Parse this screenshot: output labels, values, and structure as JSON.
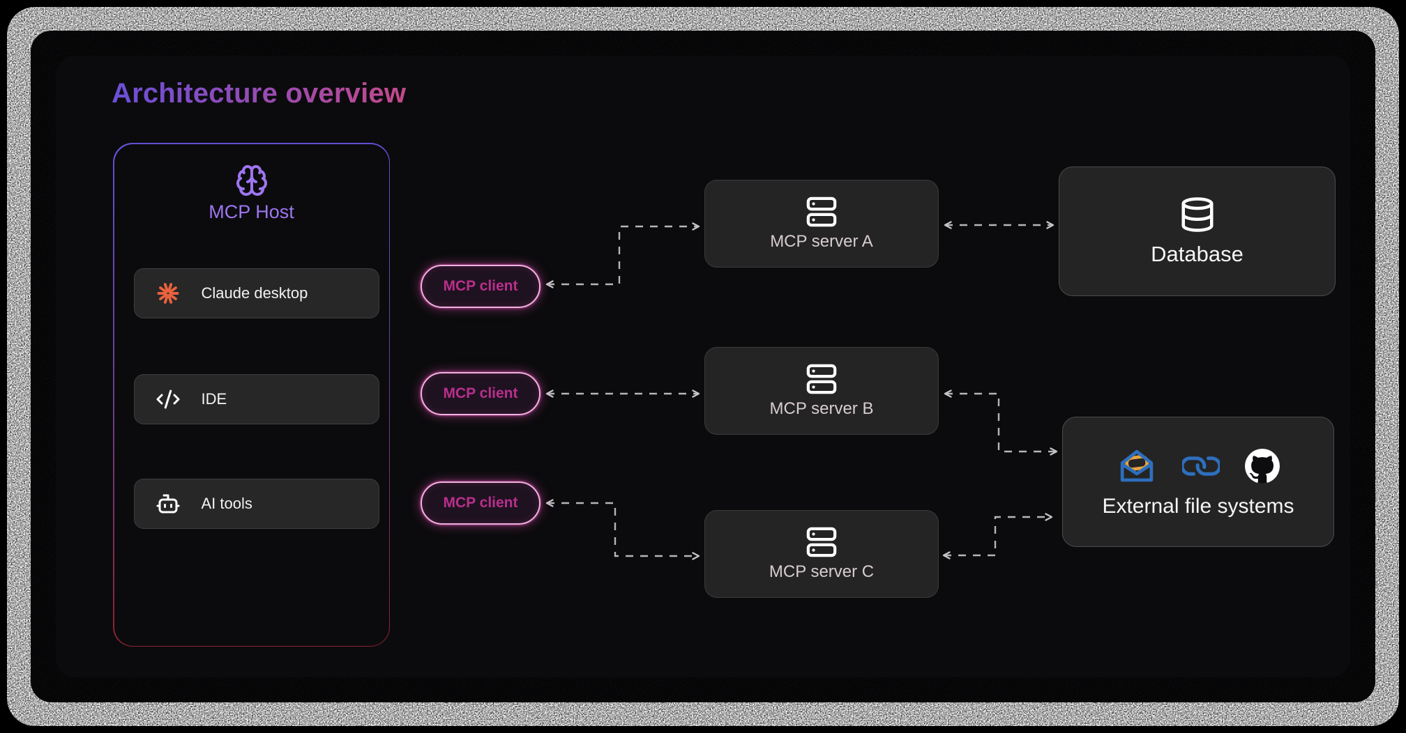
{
  "title": "Architecture overview",
  "host": {
    "label": "MCP Host",
    "icon": "brain-icon",
    "items": [
      {
        "label": "Claude desktop",
        "icon": "claude-starburst-icon"
      },
      {
        "label": "IDE",
        "icon": "code-icon"
      },
      {
        "label": "AI tools",
        "icon": "robot-icon"
      }
    ]
  },
  "clients": [
    {
      "label": "MCP client"
    },
    {
      "label": "MCP client"
    },
    {
      "label": "MCP client"
    }
  ],
  "servers": [
    {
      "label": "MCP server A",
      "icon": "server-icon"
    },
    {
      "label": "MCP server B",
      "icon": "server-icon"
    },
    {
      "label": "MCP server C",
      "icon": "server-icon"
    }
  ],
  "database": {
    "label": "Database",
    "icon": "database-icon"
  },
  "external": {
    "label": "External file systems",
    "icons": [
      "mail-open-icon",
      "link-icon",
      "github-icon"
    ]
  },
  "connections": [
    {
      "from": "mcp-client-1",
      "to": "mcp-server-a",
      "style": "dashed-elbow",
      "bidirectional": true
    },
    {
      "from": "mcp-client-2",
      "to": "mcp-server-b",
      "style": "dashed-straight",
      "bidirectional": true
    },
    {
      "from": "mcp-client-3",
      "to": "mcp-server-c",
      "style": "dashed-elbow",
      "bidirectional": true
    },
    {
      "from": "mcp-server-a",
      "to": "database",
      "style": "dashed-straight",
      "bidirectional": true
    },
    {
      "from": "mcp-server-b",
      "to": "external-file-systems",
      "style": "dashed-elbow",
      "bidirectional": true
    },
    {
      "from": "mcp-server-c",
      "to": "external-file-systems",
      "style": "dashed-elbow",
      "bidirectional": true
    }
  ],
  "colors": {
    "title_gradient_start": "#6a4fd8",
    "title_gradient_end": "#c4498a",
    "host_purple": "#9d75f0",
    "claude_orange": "#e8623d",
    "client_text_pink": "#b92f8c",
    "client_border_pink": "#f0b2e0",
    "arrow_gray": "#b6b6b6",
    "envelope_blue": "#2e6fbe",
    "letter_amber": "#e8a33d",
    "card_bg": "#0b0b0d"
  }
}
